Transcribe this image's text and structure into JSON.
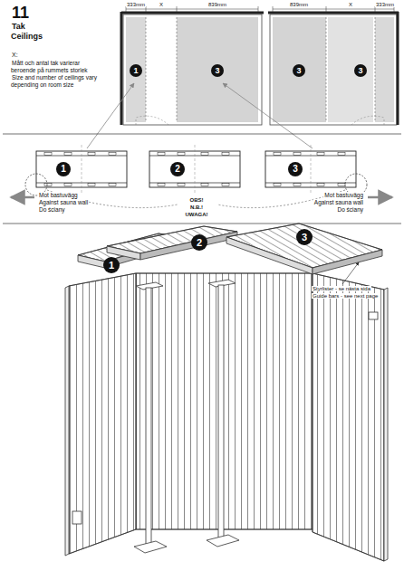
{
  "diagram": {
    "title": "Tak Ceilings",
    "nodes": [
      {
        "text": [
          "1"
        ]
      },
      {
        "text": [
          "3"
        ]
      },
      {
        "text": [
          "3"
        ]
      },
      {
        "text": [
          "3"
        ]
      },
      {
        "text": [
          "1"
        ]
      },
      {
        "text": [
          "2"
        ]
      },
      {
        "text": [
          "3"
        ]
      },
      {
        "text": [
          "1"
        ]
      },
      {
        "text": [
          "2"
        ]
      },
      {
        "text": [
          "3"
        ]
      }
    ],
    "labels": [
      "11",
      "X:",
      "Mått och antal tak varierar beroende på rummets storlek",
      "Size and number of ceilings vary depending on room size",
      "333mm",
      "X",
      "839mm",
      "839mm",
      "X",
      "333mm",
      "Mot bastuvägg",
      "Against sauna wall",
      "Do ściany",
      "OBS!",
      "N.B.!",
      "UWAGA!",
      "Mot bastuvägg",
      "Against sauna wall",
      "Do ściany",
      "Styrlister - se nästa sida",
      "Guide bars - see next page"
    ]
  }
}
